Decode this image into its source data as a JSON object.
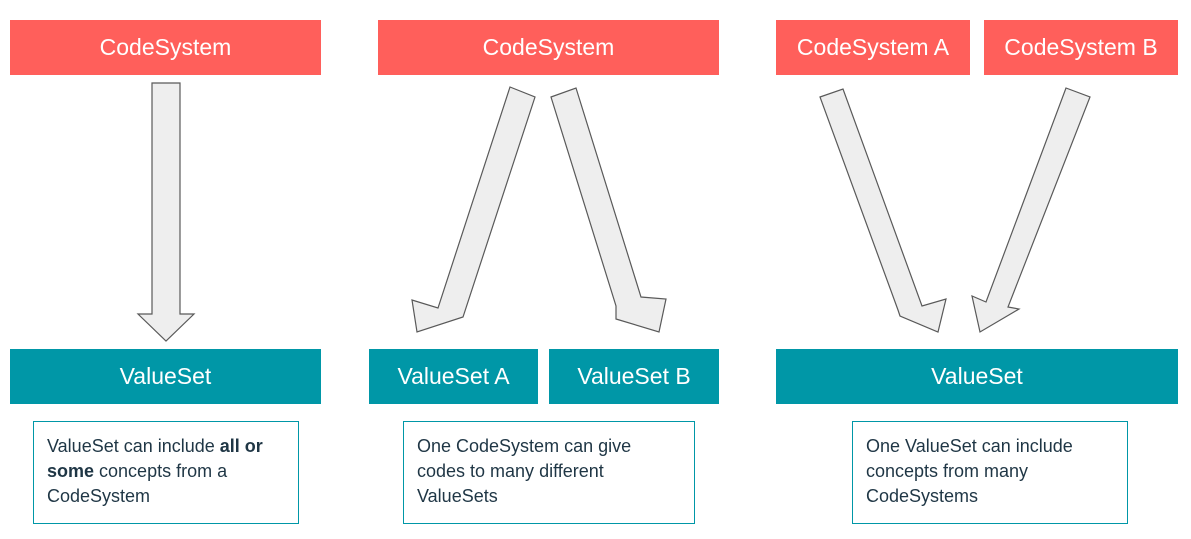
{
  "panel1": {
    "codesystem_label": "CodeSystem",
    "valueset_label": "ValueSet",
    "note": {
      "prefix": "ValueSet can include ",
      "bold": "all or some",
      "suffix": " concepts from a CodeSystem"
    }
  },
  "panel2": {
    "codesystem_label": "CodeSystem",
    "valueset_a_label": "ValueSet A",
    "valueset_b_label": "ValueSet B",
    "note": "One CodeSystem can give codes to many different ValueSets"
  },
  "panel3": {
    "codesystem_a_label": "CodeSystem A",
    "codesystem_b_label": "CodeSystem B",
    "valueset_label": "ValueSet",
    "note": "One ValueSet can include concepts from many CodeSystems"
  },
  "colors": {
    "codesystem": "#ff5f5b",
    "valueset": "#0097a7",
    "arrow_fill": "#eeeeee",
    "arrow_stroke": "#595959",
    "note_text": "#1f3645"
  }
}
